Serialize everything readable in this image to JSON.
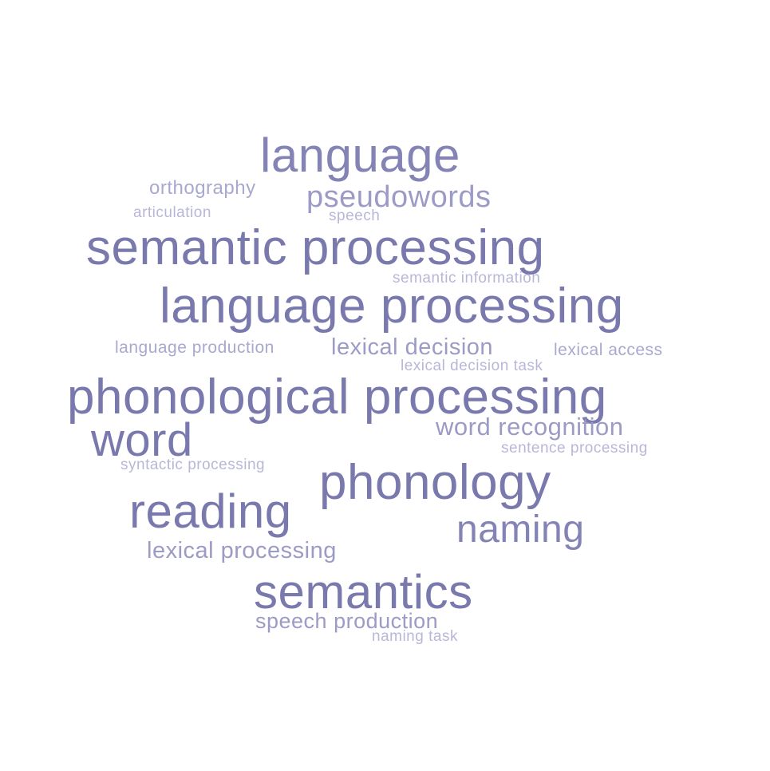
{
  "colors": {
    "background": "#ffffff",
    "word_primary": "#7a79ad",
    "word_light": "#b8b7d8"
  },
  "words": {
    "language": "language",
    "orthography": "orthography",
    "pseudowords": "pseudowords",
    "articulation": "articulation",
    "speech": "speech",
    "semantic_processing": "semantic processing",
    "semantic_information": "semantic information",
    "language_processing": "language processing",
    "language_production": "language production",
    "lexical_decision": "lexical decision",
    "lexical_access": "lexical access",
    "lexical_decision_task": "lexical decision task",
    "phonological_processing": "phonological processing",
    "word_recognition": "word recognition",
    "word": "word",
    "sentence_processing": "sentence processing",
    "syntactic_processing": "syntactic processing",
    "phonology": "phonology",
    "reading": "reading",
    "naming": "naming",
    "lexical_processing": "lexical processing",
    "semantics": "semantics",
    "speech_production": "speech production",
    "naming_task": "naming task"
  }
}
